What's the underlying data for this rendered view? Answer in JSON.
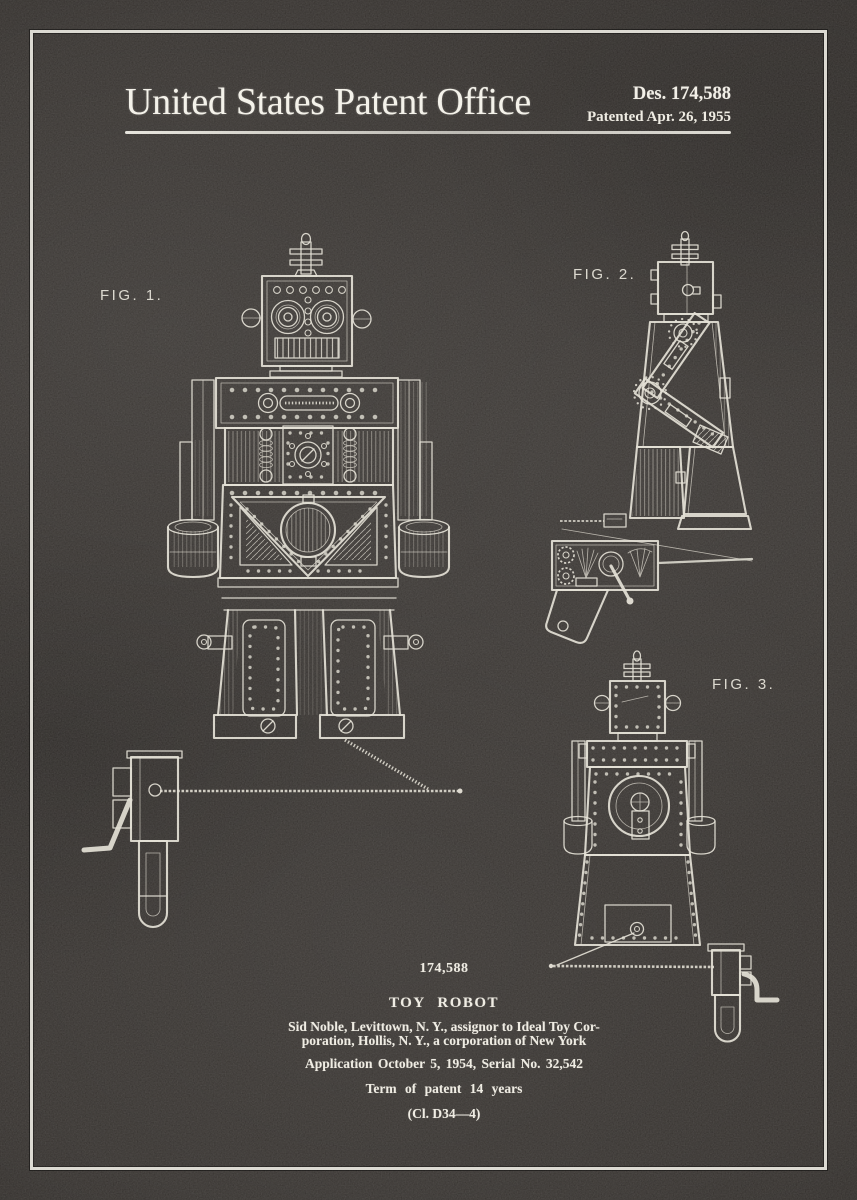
{
  "header": {
    "title": "United States Patent Office",
    "patent_number": "Des. 174,588",
    "patent_date": "Patented Apr. 26, 1955"
  },
  "figures": {
    "fig1": "FIG. 1.",
    "fig2": "FIG. 2.",
    "fig3": "FIG. 3."
  },
  "drawing_names": {
    "fig1": "toy-robot-front-view-drawing",
    "fig2": "toy-robot-side-view-with-remote-drawing",
    "fig3": "toy-robot-rear-view-drawing",
    "cranks": "hand-crank-cable-controllers"
  },
  "footer": {
    "number": "174,588",
    "title": "TOY ROBOT",
    "assignment_line1": "Sid Noble, Levittown, N. Y., assignor to Ideal Toy Cor-",
    "assignment_line2": "poration, Hollis, N. Y., a corporation of New York",
    "application": "Application October 5, 1954, Serial No. 32,542",
    "term": "Term of patent 14 years",
    "classification": "(Cl. D34—4)"
  },
  "colors": {
    "background": "#2b2724",
    "ink": "#e4e1d6",
    "frame": "#e9e7e0"
  }
}
